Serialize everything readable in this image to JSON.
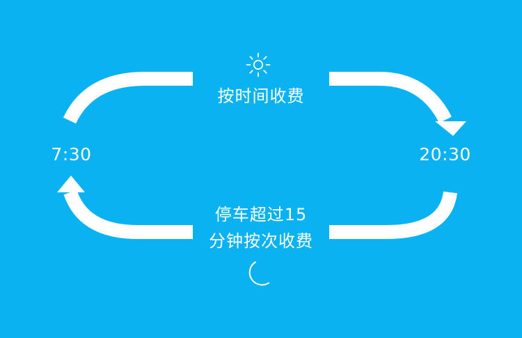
{
  "times": {
    "start": "7:30",
    "end": "20:30"
  },
  "day": {
    "icon": "sun-icon",
    "label": "按时间收费"
  },
  "night": {
    "icon": "moon-icon",
    "line1": "停车超过15",
    "line2": "分钟按次收费"
  },
  "colors": {
    "background": "#0AB2F2",
    "foreground": "#FFFFFF"
  }
}
